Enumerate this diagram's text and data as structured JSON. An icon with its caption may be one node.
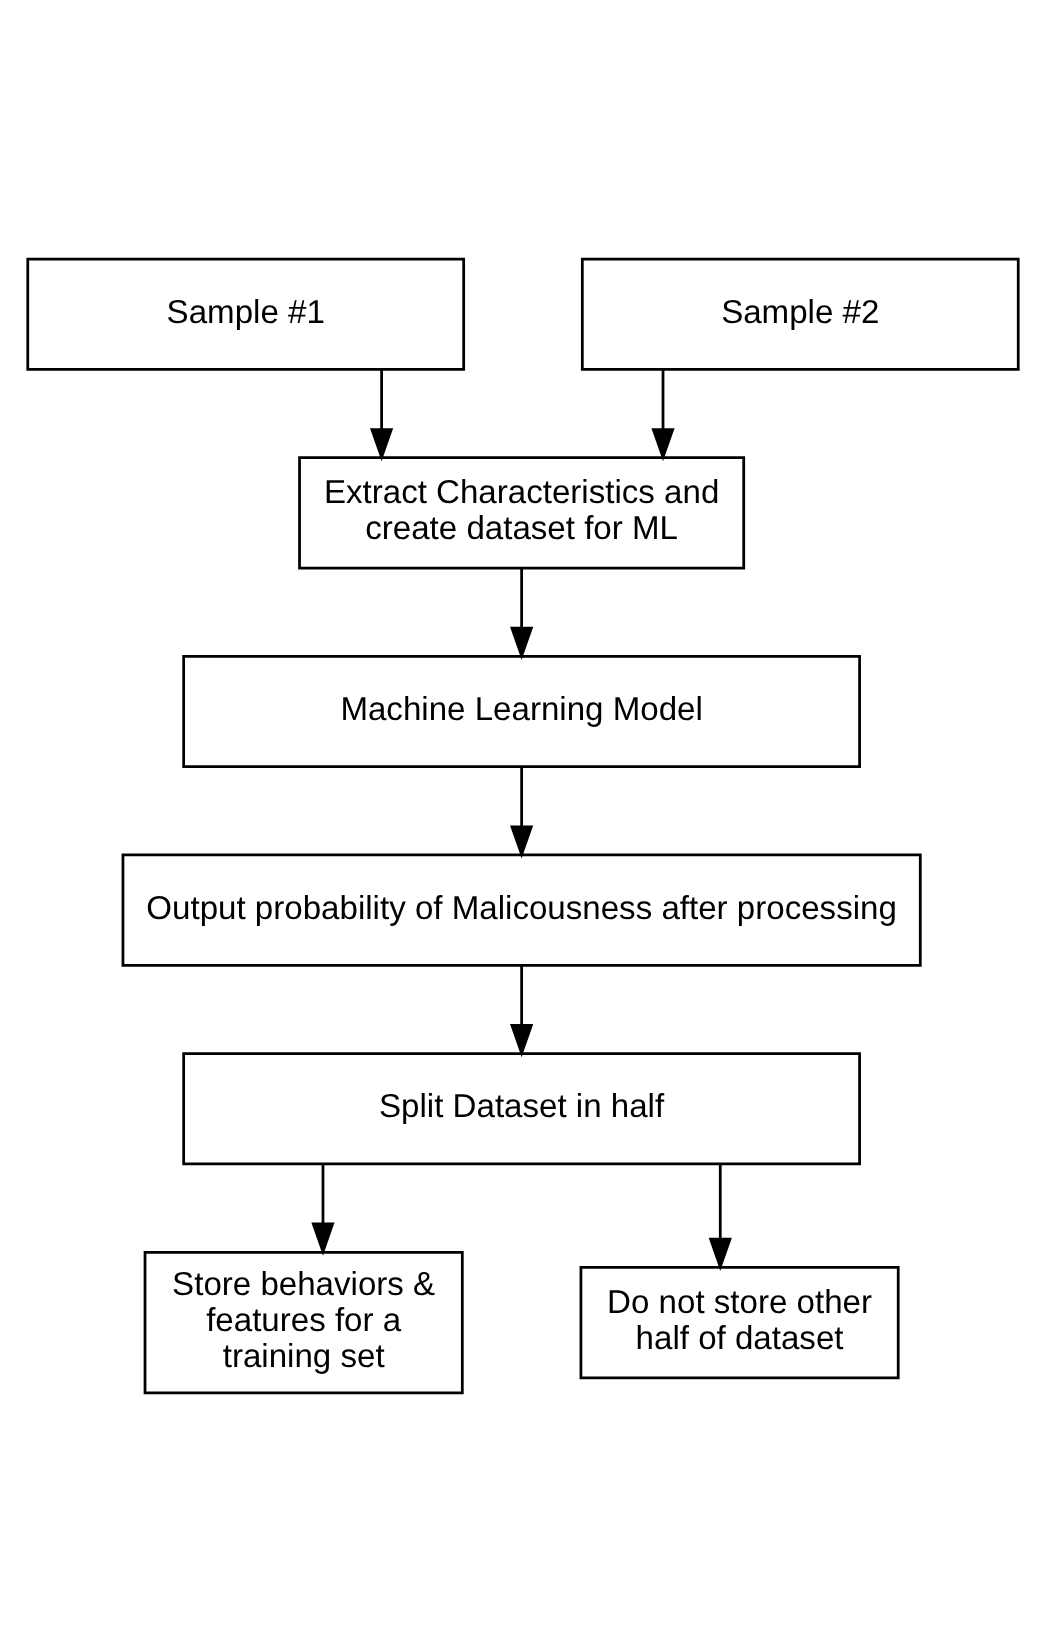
{
  "diagram": {
    "nodes": [
      {
        "text": [
          "Sample #1"
        ]
      },
      {
        "text": [
          "Sample #2"
        ]
      },
      {
        "text": [
          "Extract Characteristics and create dataset for ML"
        ]
      },
      {
        "text": [
          "Machine Learning Model"
        ]
      },
      {
        "text": [
          "Output probability of Malicousness after processing"
        ]
      },
      {
        "text": [
          "Split Dataset in half"
        ]
      },
      {
        "text": [
          "Store behaviors & features for a training set"
        ]
      },
      {
        "text": [
          "Do not store other half of dataset"
        ]
      }
    ],
    "edges": [
      {
        "from": 0,
        "to": 2,
        "arrow": "to"
      },
      {
        "from": 1,
        "to": 2,
        "arrow": "to"
      },
      {
        "from": 2,
        "to": 3,
        "arrow": "to"
      },
      {
        "from": 3,
        "to": 4,
        "arrow": "to"
      },
      {
        "from": 4,
        "to": 5,
        "arrow": "to"
      },
      {
        "from": 5,
        "to": 6,
        "arrow": "to"
      },
      {
        "from": 5,
        "to": 7,
        "arrow": "to"
      }
    ]
  }
}
